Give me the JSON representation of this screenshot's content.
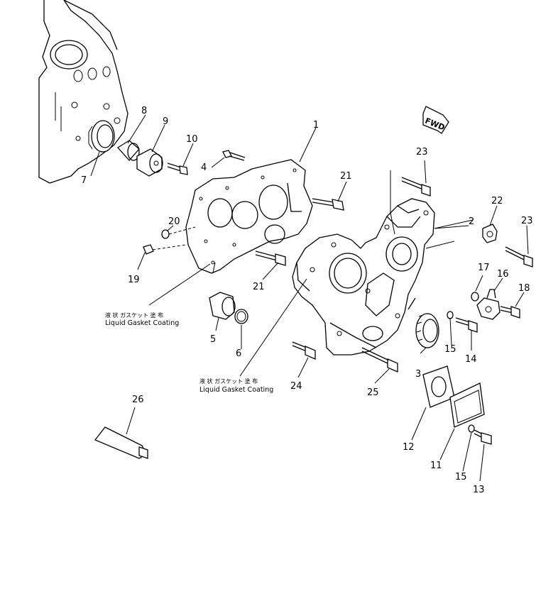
{
  "fwd_label": "FWD",
  "notes": [
    {
      "jp": "液 状 ガスケット 塗 布",
      "en": "Liquid Gasket Coating"
    },
    {
      "jp": "液 状 ガスケット 塗 布",
      "en": "Liquid Gasket Coating"
    }
  ],
  "parts": [
    {
      "label": "1"
    },
    {
      "label": "2"
    },
    {
      "label": "3"
    },
    {
      "label": "4"
    },
    {
      "label": "5"
    },
    {
      "label": "6"
    },
    {
      "label": "7"
    },
    {
      "label": "8"
    },
    {
      "label": "9"
    },
    {
      "label": "10"
    },
    {
      "label": "11"
    },
    {
      "label": "12"
    },
    {
      "label": "13"
    },
    {
      "label": "14"
    },
    {
      "label": "15"
    },
    {
      "label": "15"
    },
    {
      "label": "16"
    },
    {
      "label": "17"
    },
    {
      "label": "18"
    },
    {
      "label": "19"
    },
    {
      "label": "20"
    },
    {
      "label": "21"
    },
    {
      "label": "21"
    },
    {
      "label": "22"
    },
    {
      "label": "23"
    },
    {
      "label": "23"
    },
    {
      "label": "24"
    },
    {
      "label": "25"
    },
    {
      "label": "26"
    }
  ]
}
